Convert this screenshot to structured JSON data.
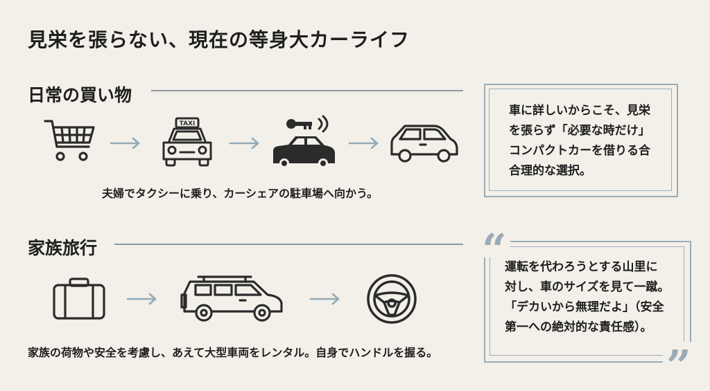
{
  "page": {
    "title": "見栄を張らない、現在の等身大カーライフ"
  },
  "sections": [
    {
      "heading": "日常の買い物",
      "caption": "夫婦でタクシーに乗り、カーシェアの駐車場へ向かう。",
      "icons": [
        "shopping-cart-icon",
        "taxi-icon",
        "car-share-icon",
        "compact-car-icon"
      ],
      "taxi_sign": "TAXI"
    },
    {
      "heading": "家族旅行",
      "caption": "家族の荷物や安全を考慮し、あえて大型車両をレンタル。自身でハンドルを握る。",
      "icons": [
        "suitcase-icon",
        "suv-icon",
        "steering-wheel-icon"
      ]
    }
  ],
  "note_box": {
    "lines": [
      "車に詳しいからこそ、見栄",
      "を張らず「必要な時だけ」",
      "コンパクトカーを借りる合",
      "合理的な選択。"
    ]
  },
  "quote_box": {
    "open_mark": "“",
    "close_mark": "”",
    "lines": [
      "運転を代わろうとする山里に",
      "対し、車のサイズを見て一蹴。",
      "「デカいから無理だよ」（安全",
      "第一への絶対的な責任感）。"
    ]
  },
  "colors": {
    "background": "#f3f0e9",
    "frame": "#9aabb6",
    "arrow": "#93aab6",
    "icon": "#2b2b2b"
  }
}
